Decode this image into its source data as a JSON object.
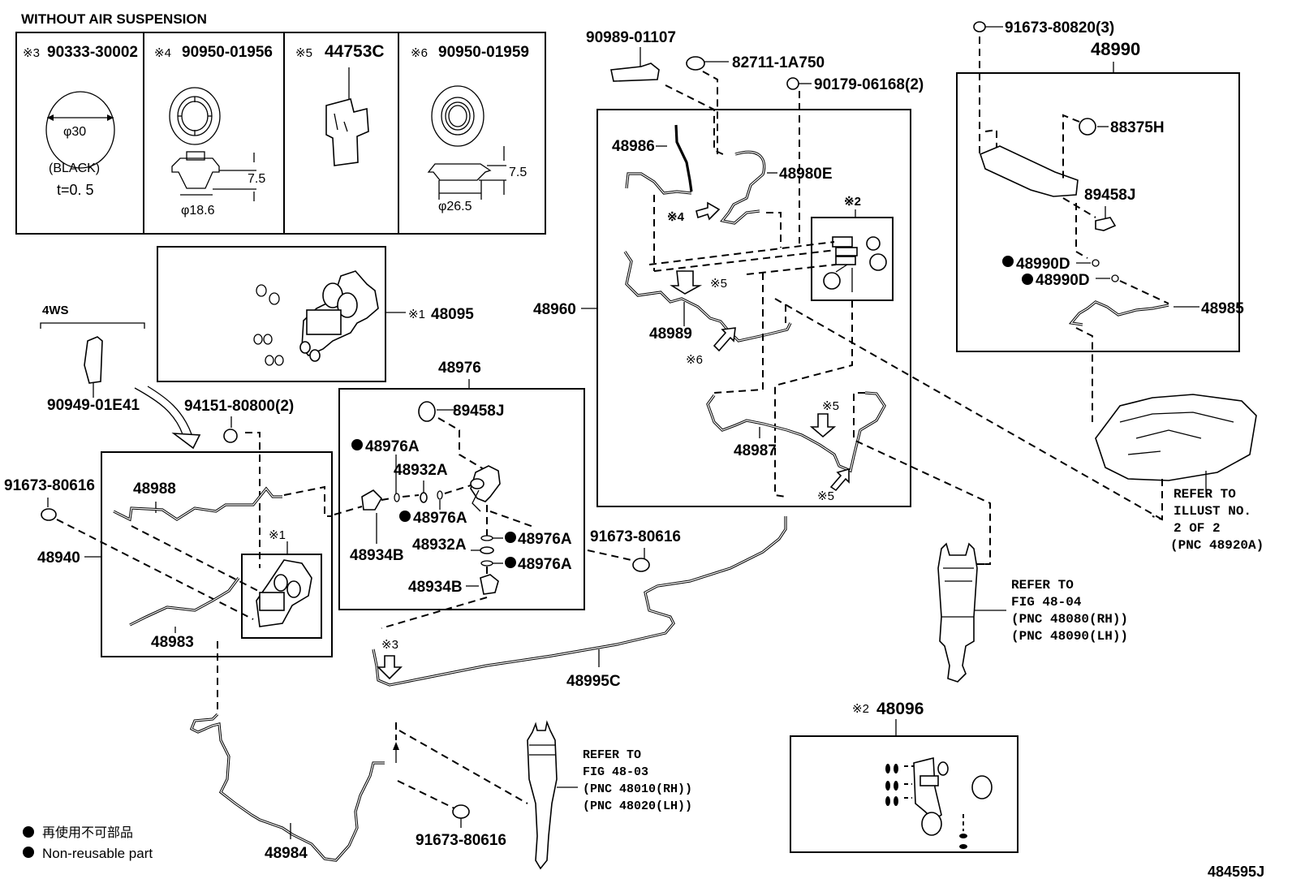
{
  "diagram": {
    "title": "WITHOUT AIR SUSPENSION",
    "illustration_code": "484595J",
    "legend": {
      "jp": "再使用不可部品",
      "en": "Non-reusable part"
    },
    "variant_boxes": [
      {
        "mark": "※3",
        "part_no": "90333-30002",
        "dim1": "φ30",
        "note1": "(BLACK)",
        "note2": "t=0. 5"
      },
      {
        "mark": "※4",
        "part_no": "90950-01956",
        "dim1": "7.5",
        "dim2": "φ18.6"
      },
      {
        "mark": "※5",
        "part_no": "44753C"
      },
      {
        "mark": "※6",
        "part_no": "90950-01959",
        "dim1": "7.5",
        "dim2": "φ26.5"
      }
    ],
    "labels": {
      "ws_group": "4WS",
      "p_90949": "90949-01E41",
      "p_94151": "94151-80800(2)",
      "p_91673_left": "91673-80616",
      "p_48988": "48988",
      "p_48940": "48940",
      "mark1": "※1",
      "p_48983": "48983",
      "p_48095_mark": "※1",
      "p_48095": "48095",
      "p_48976": "48976",
      "p_89458J_a": "89458J",
      "p_48976A_1": "48976A",
      "p_48932A_1": "48932A",
      "p_48976A_2": "48976A",
      "p_48934B_1": "48934B",
      "p_48976A_3": "48976A",
      "p_48932A_2": "48932A",
      "p_48976A_4": "48976A",
      "p_48934B_2": "48934B",
      "p_91673_mid": "91673-80616",
      "p_90989": "90989-01107",
      "p_82711": "82711-1A750",
      "p_90179": "90179-06168(2)",
      "p_48986": "48986",
      "p_48980E": "48980E",
      "mark4": "※4",
      "mark2_top": "※2",
      "p_48960": "48960",
      "mark5_a": "※5",
      "p_48989": "48989",
      "mark6": "※6",
      "mark5_b": "※5",
      "p_48987": "48987",
      "mark5_c": "※5",
      "mark3": "※3",
      "p_48995C": "48995C",
      "p_91673_top": "91673-80820(3)",
      "p_48990": "48990",
      "p_88375H": "88375H",
      "p_89458J_b": "89458J",
      "p_48990D_1": "48990D",
      "p_48990D_2": "48990D",
      "p_48985": "48985",
      "p_48984": "48984",
      "p_91673_bottom": "91673-80616",
      "mark2_bottom": "※2",
      "p_48096": "48096"
    },
    "refer_illust": [
      "REFER TO",
      "ILLUST NO.",
      "2 OF 2",
      "(PNC 48920A)"
    ],
    "refer_rear": [
      "REFER TO",
      "FIG 48-04",
      "(PNC 48080(RH))",
      "(PNC 48090(LH))"
    ],
    "refer_front": [
      "REFER TO",
      "FIG 48-03",
      "(PNC 48010(RH))",
      "(PNC 48020(LH))"
    ]
  }
}
